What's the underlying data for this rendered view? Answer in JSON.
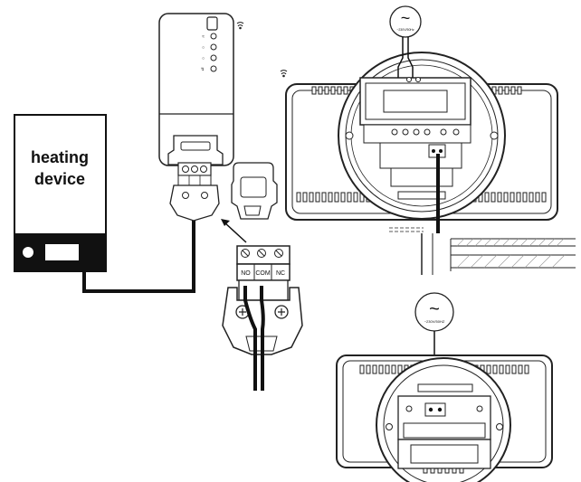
{
  "heating_device": {
    "label_line1": "heating",
    "label_line2": "device"
  },
  "terminals": {
    "no": "NO",
    "com": "COM",
    "nc": "NC"
  },
  "power_symbols": {
    "top": "~",
    "top_caption": "~230V/50Hz",
    "bottom": "~",
    "bottom_caption": "~230V/50HZ"
  },
  "icons": [
    "wifi-icon",
    "arrow-icon",
    "ac-power-icon"
  ]
}
